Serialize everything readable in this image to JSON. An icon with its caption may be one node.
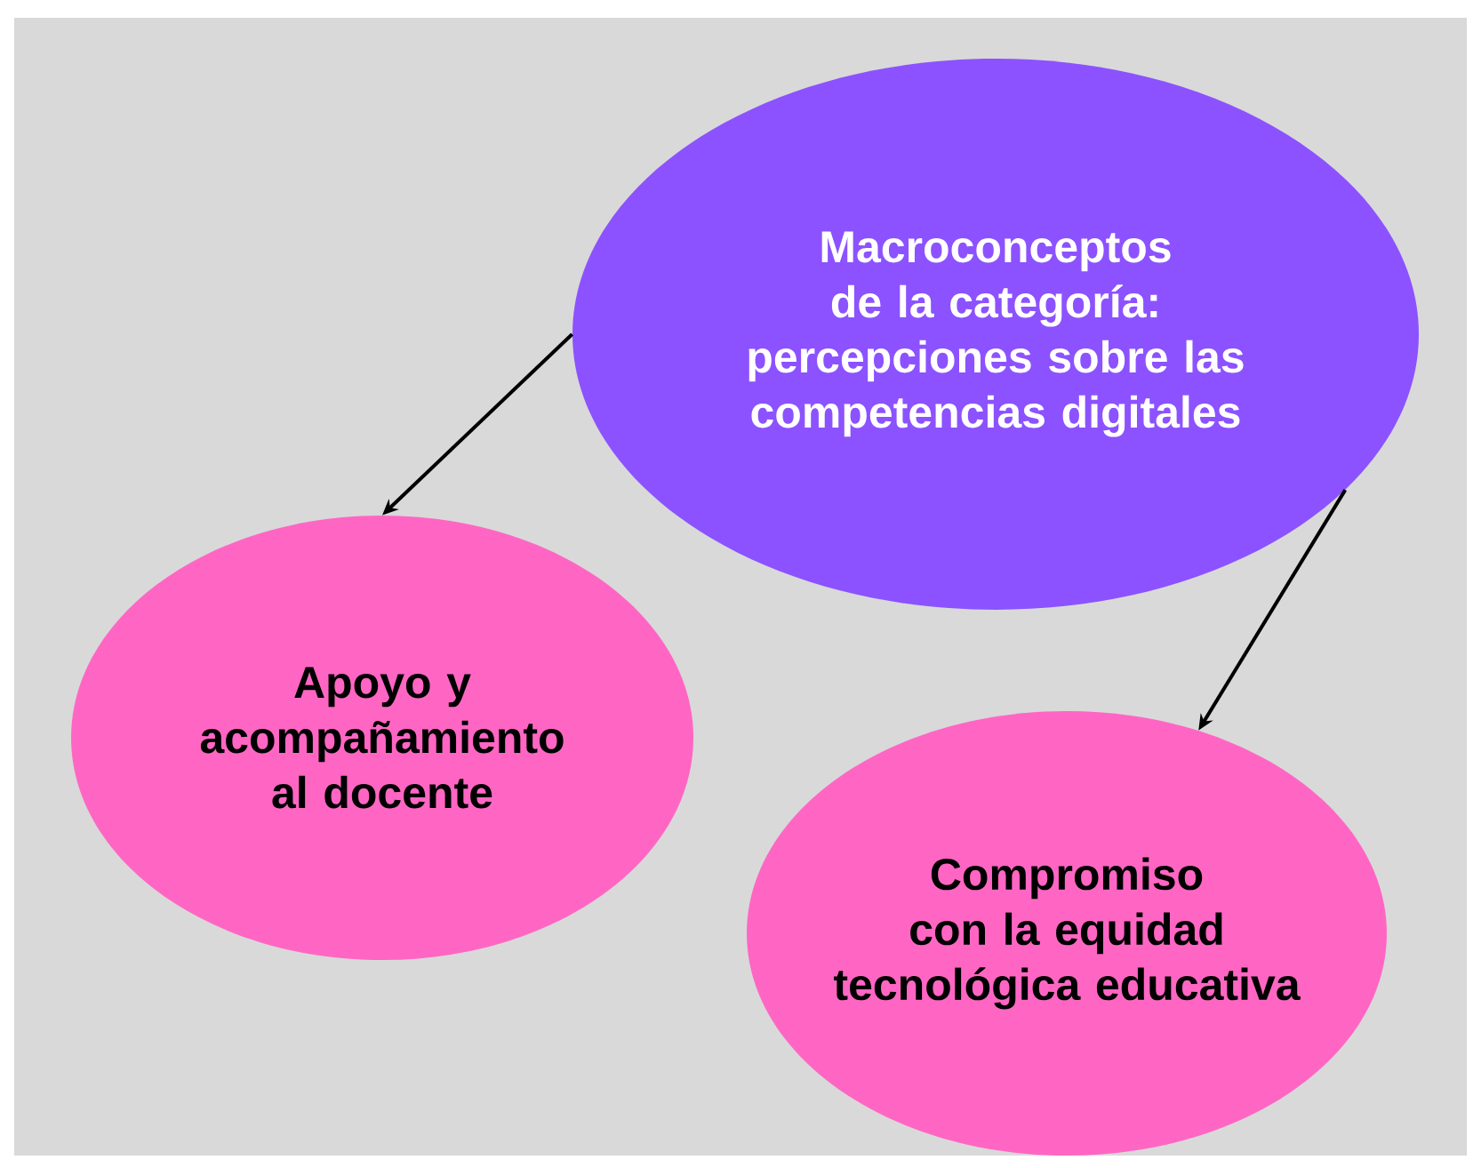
{
  "diagram": {
    "nodes": [
      {
        "text": [
          "Macroconceptos de la categoría: percepciones sobre las competencias digitales"
        ]
      },
      {
        "text": [
          "Apoyo y acompañamiento al docente"
        ]
      },
      {
        "text": [
          "Compromiso con la equidad tecnológica educativa"
        ]
      }
    ],
    "edges": [
      {
        "from": 0,
        "to": 1,
        "arrow": "to"
      },
      {
        "from": 0,
        "to": 2,
        "arrow": "to"
      }
    ]
  }
}
